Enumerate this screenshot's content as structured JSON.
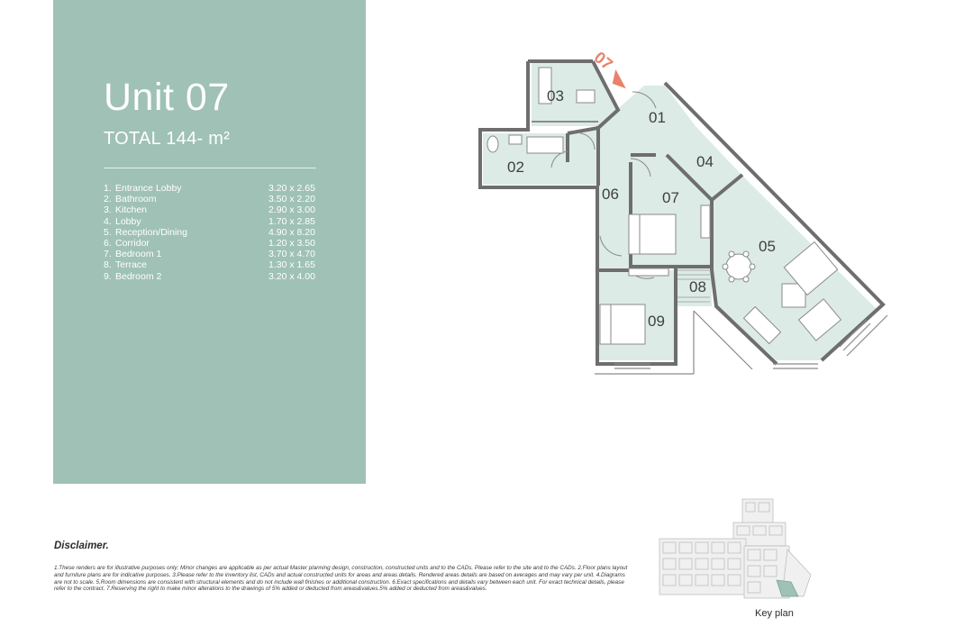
{
  "unit": {
    "title": "Unit 07",
    "total": "TOTAL 144- m²"
  },
  "rooms": [
    {
      "num": "1.",
      "name": "Entrance Lobby",
      "dim": "3.20 x 2.65"
    },
    {
      "num": "2.",
      "name": "Bathroom",
      "dim": "3.50 x 2.20"
    },
    {
      "num": "3.",
      "name": "Kitchen",
      "dim": "2.90 x 3.00"
    },
    {
      "num": "4.",
      "name": "Lobby",
      "dim": "1.70 x 2.85"
    },
    {
      "num": "5.",
      "name": "Reception/Dining",
      "dim": "4.90 x 8.20"
    },
    {
      "num": "6.",
      "name": "Corridor",
      "dim": "1.20 x 3.50"
    },
    {
      "num": "7.",
      "name": "Bedroom 1",
      "dim": "3.70 x 4.70"
    },
    {
      "num": "8.",
      "name": "Terrace",
      "dim": "1.30 x 1.65"
    },
    {
      "num": "9.",
      "name": "Bedroom 2",
      "dim": "3.20 x 4.00"
    }
  ],
  "plan": {
    "entrance_marker": "07",
    "labels": {
      "r01": "01",
      "r02": "02",
      "r03": "03",
      "r04": "04",
      "r05": "05",
      "r06": "06",
      "r07": "07",
      "r08": "08",
      "r09": "09"
    }
  },
  "disclaimer": {
    "title": "Disclaimer.",
    "text": "1.These renders are for illustrative purposes only; Minor changes are applicable as per actual Master planning design, construction, constructed units and to the CADs. Please refer to the site and to the CADs. 2.Floor plans layout and furniture plans are for indicative purposes. 3.Please refer to the inventory list, CADs and actual constructed units for areas and areas details. Rendered areas details are based on averages and may vary per unit. 4.Diagrams are not to scale. 5.Room dimensions are consistent with structural elements and do not include wall finishes or additional construction. 6.Exact specifications and details vary between each unit. For exact technical details, please refer to the contract. 7.Reserving the right to make minor alterations to the drawings of 5% added or deducted from areas&values.5% added or deducted from areas&values."
  },
  "keyplan": {
    "label": "Key plan"
  },
  "colors": {
    "panel": "#9fc1b6",
    "room_fill": "#dcebe5",
    "wall": "#6e6e6e",
    "accent": "#e8826a"
  }
}
